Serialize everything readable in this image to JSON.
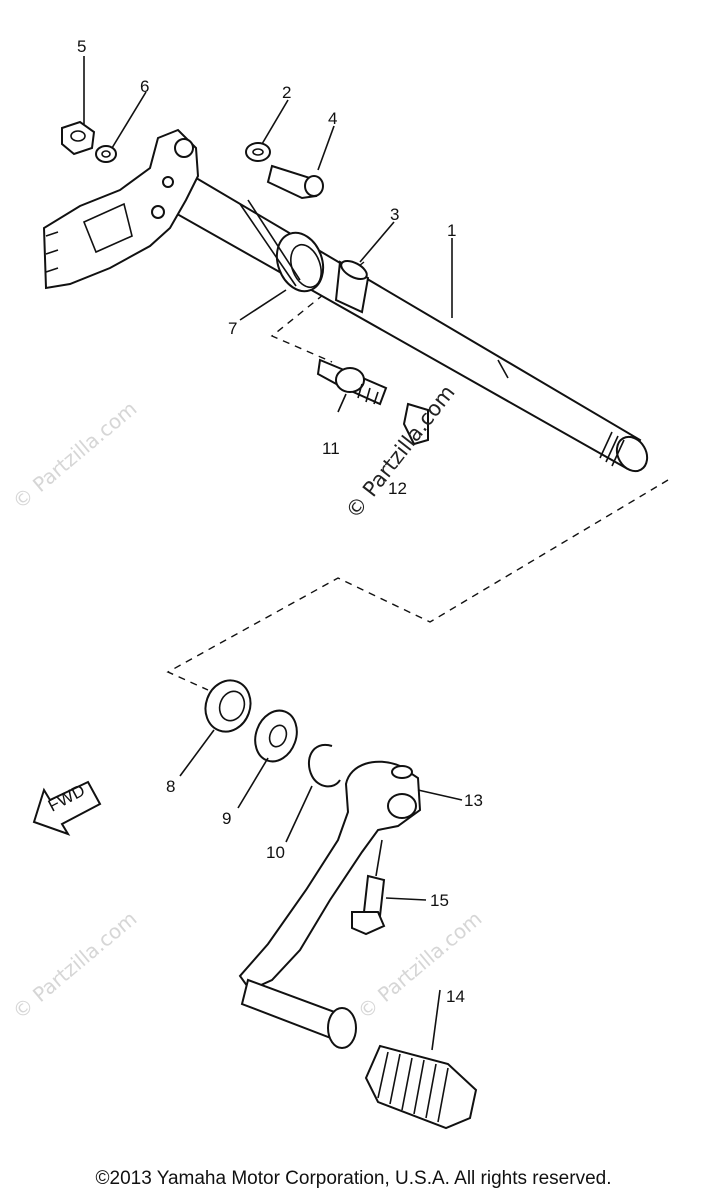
{
  "callouts": [
    "1",
    "2",
    "3",
    "4",
    "5",
    "6",
    "7",
    "8",
    "9",
    "10",
    "11",
    "12",
    "13",
    "14",
    "15"
  ],
  "fwd_label": "FWD",
  "watermark": "© Partzilla.com",
  "copyright": "©2013  Yamaha Motor Corporation, U.S.A. All rights reserved."
}
